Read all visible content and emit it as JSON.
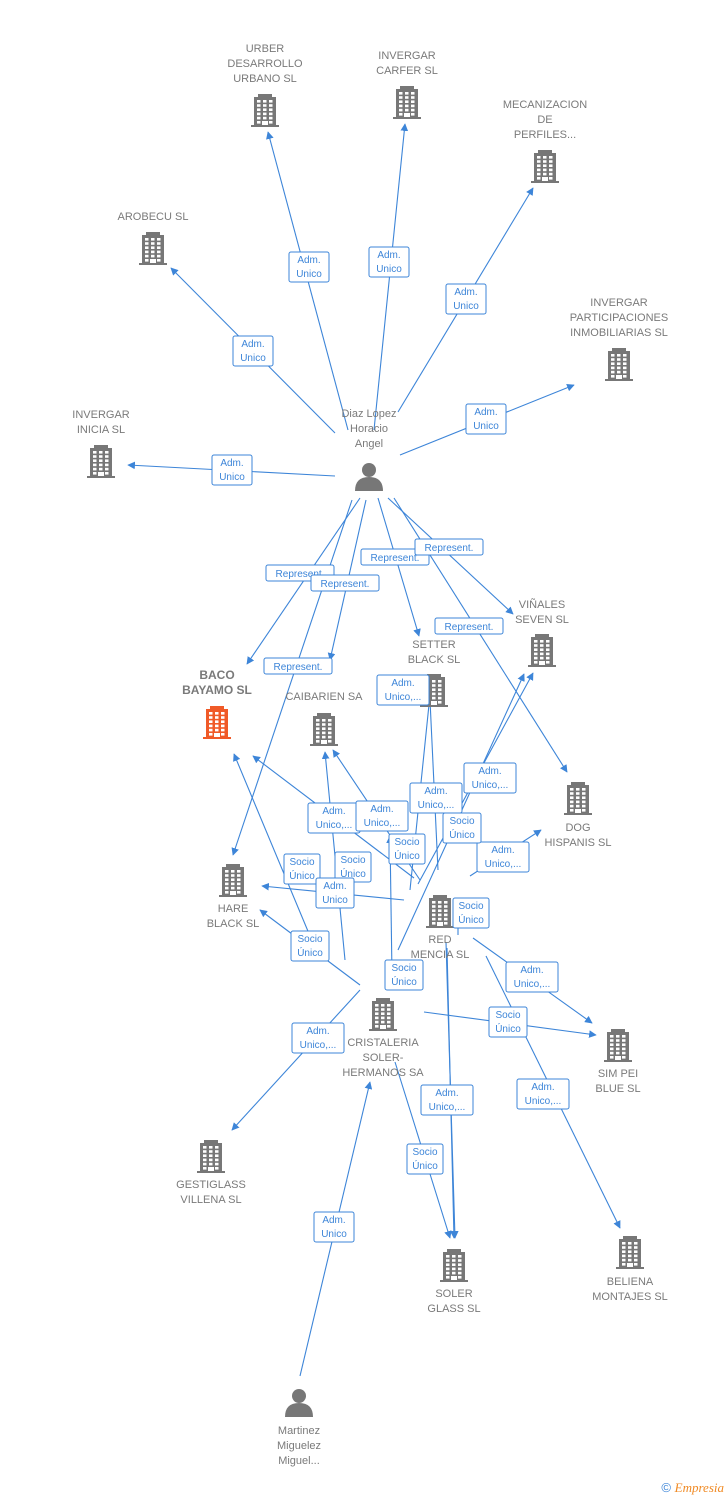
{
  "footer": {
    "copyright": "©",
    "brand_initial": "E",
    "brand_rest": "mpresia"
  },
  "colors": {
    "edge": "#3d85d8",
    "node": "#777777",
    "focus": "#f05a28"
  },
  "nodes": [
    {
      "id": "urber",
      "type": "company",
      "label": [
        "URBER",
        "DESARROLLO",
        "URBANO SL"
      ]
    },
    {
      "id": "carfer",
      "type": "company",
      "label": [
        "INVERGAR",
        "CARFER SL"
      ]
    },
    {
      "id": "mecan",
      "type": "company",
      "label": [
        "MECANIZACION",
        "DE",
        "PERFILES..."
      ]
    },
    {
      "id": "arobecu",
      "type": "company",
      "label": [
        "AROBECU SL"
      ]
    },
    {
      "id": "partic",
      "type": "company",
      "label": [
        "INVERGAR",
        "PARTICIPACIONES",
        "INMOBILIARIAS SL"
      ]
    },
    {
      "id": "inicia",
      "type": "company",
      "label": [
        "INVERGAR",
        "INICIA SL"
      ]
    },
    {
      "id": "diaz",
      "type": "person",
      "label": [
        "Diaz Lopez",
        "Horacio",
        "Angel"
      ]
    },
    {
      "id": "baco",
      "type": "company",
      "focus": true,
      "label": [
        "BACO",
        "BAYAMO  SL"
      ]
    },
    {
      "id": "caibarien",
      "type": "company",
      "label": [
        "CAIBARIEN SA"
      ]
    },
    {
      "id": "setter",
      "type": "company",
      "label": [
        "SETTER",
        "BLACK  SL"
      ]
    },
    {
      "id": "vinales",
      "type": "company",
      "label": [
        "VIÑALES",
        "SEVEN  SL"
      ]
    },
    {
      "id": "dog",
      "type": "company",
      "label": [
        "DOG",
        "HISPANIS  SL"
      ]
    },
    {
      "id": "hare",
      "type": "company",
      "label": [
        "HARE",
        "BLACK  SL"
      ]
    },
    {
      "id": "red",
      "type": "company",
      "label": [
        "RED",
        "MENCIA  SL"
      ]
    },
    {
      "id": "cristaleria",
      "type": "company",
      "label": [
        "CRISTALERIA",
        "SOLER-",
        "HERMANOS SA"
      ]
    },
    {
      "id": "simpei",
      "type": "company",
      "label": [
        "SIM PEI",
        "BLUE  SL"
      ]
    },
    {
      "id": "gestiglass",
      "type": "company",
      "label": [
        "GESTIGLASS",
        "VILLENA SL"
      ]
    },
    {
      "id": "soler",
      "type": "company",
      "label": [
        "SOLER",
        "GLASS SL"
      ]
    },
    {
      "id": "beliena",
      "type": "company",
      "label": [
        "BELIENA",
        "MONTAJES SL"
      ]
    },
    {
      "id": "martinez",
      "type": "person",
      "label": [
        "Martinez",
        "Miguelez",
        "Miguel..."
      ]
    }
  ],
  "edges": [
    {
      "label": [
        "Adm.",
        "Unico"
      ]
    },
    {
      "label": [
        "Adm.",
        "Unico"
      ]
    },
    {
      "label": [
        "Adm.",
        "Unico"
      ]
    },
    {
      "label": [
        "Adm.",
        "Unico"
      ]
    },
    {
      "label": [
        "Adm.",
        "Unico"
      ]
    },
    {
      "label": [
        "Adm.",
        "Unico"
      ]
    },
    {
      "label": [
        "Represent."
      ]
    },
    {
      "label": [
        "Represent."
      ]
    },
    {
      "label": [
        "Represent."
      ]
    },
    {
      "label": [
        "Represent."
      ]
    },
    {
      "label": [
        "Represent."
      ]
    },
    {
      "label": [
        "Represent."
      ]
    },
    {
      "label": [
        "Adm.",
        "Unico,..."
      ]
    },
    {
      "label": [
        "Adm.",
        "Unico,..."
      ]
    },
    {
      "label": [
        "Adm.",
        "Unico,..."
      ]
    },
    {
      "label": [
        "Adm.",
        "Unico,..."
      ]
    },
    {
      "label": [
        "Adm.",
        "Unico,..."
      ]
    },
    {
      "label": [
        "Adm.",
        "Unico,..."
      ]
    },
    {
      "label": [
        "Socio",
        "Único"
      ]
    },
    {
      "label": [
        "Socio",
        "Único"
      ]
    },
    {
      "label": [
        "Socio",
        "Único"
      ]
    },
    {
      "label": [
        "Socio",
        "Único"
      ]
    },
    {
      "label": [
        "Socio",
        "Único"
      ]
    },
    {
      "label": [
        "Adm.",
        "Unico"
      ]
    },
    {
      "label": [
        "Socio",
        "Único"
      ]
    },
    {
      "label": [
        "Socio",
        "Único"
      ]
    },
    {
      "label": [
        "Adm.",
        "Unico,..."
      ]
    },
    {
      "label": [
        "Socio",
        "Único"
      ]
    },
    {
      "label": [
        "Adm.",
        "Unico,..."
      ]
    },
    {
      "label": [
        "Adm.",
        "Unico,..."
      ]
    },
    {
      "label": [
        "Socio",
        "Único"
      ]
    },
    {
      "label": [
        "Adm.",
        "Unico,..."
      ]
    },
    {
      "label": [
        "Adm.",
        "Unico"
      ]
    }
  ]
}
